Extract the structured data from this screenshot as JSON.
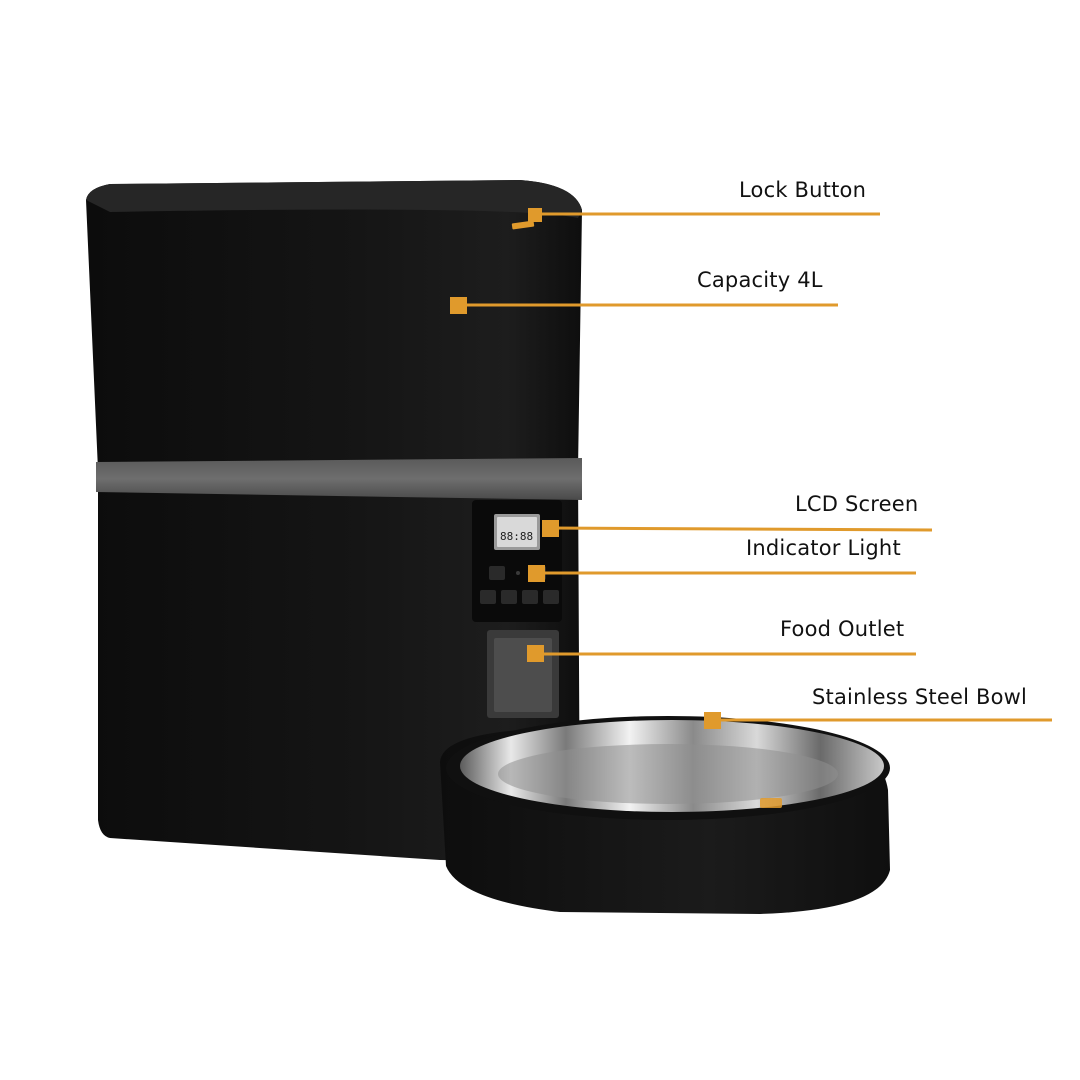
{
  "accent_color": "#E09A2C",
  "device_color": "#141414",
  "callouts": [
    {
      "id": "lock-button",
      "label": "Lock Button"
    },
    {
      "id": "capacity",
      "label": "Capacity 4L"
    },
    {
      "id": "lcd-screen",
      "label": "LCD Screen"
    },
    {
      "id": "indicator-light",
      "label": "Indicator Light"
    },
    {
      "id": "food-outlet",
      "label": "Food Outlet"
    },
    {
      "id": "bowl",
      "label": "Stainless Steel Bowl"
    }
  ],
  "lcd": {
    "display": "88:88"
  }
}
